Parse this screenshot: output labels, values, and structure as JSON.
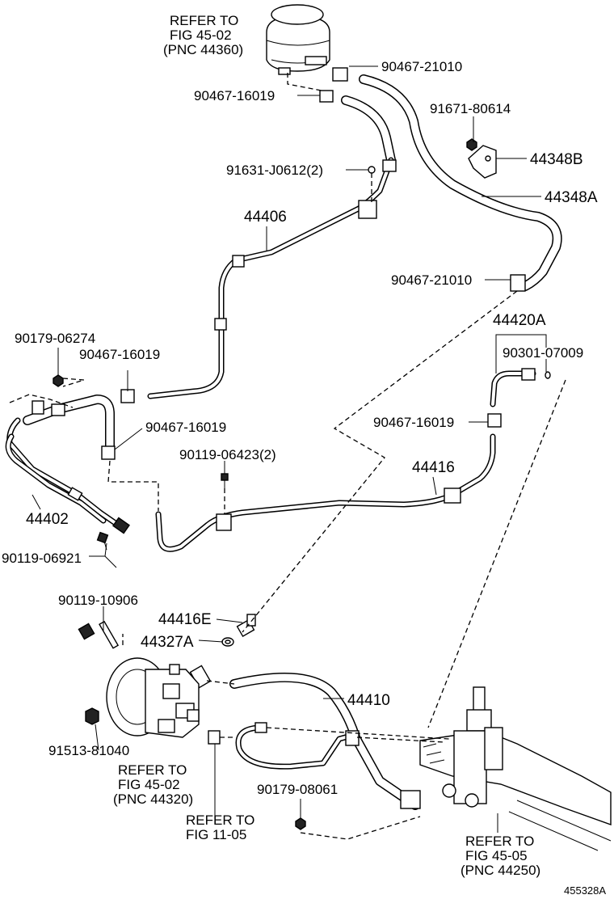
{
  "references": {
    "reservoir": [
      "REFER TO",
      "FIG 45-02",
      "(PNC 44360)"
    ],
    "pump": [
      "REFER TO",
      "FIG 45-02",
      "(PNC 44320)"
    ],
    "fig1105": [
      "REFER TO",
      "FIG 11-05"
    ],
    "gear": [
      "REFER TO",
      "FIG 45-05",
      "(PNC 44250)"
    ]
  },
  "parts": {
    "p90467_21010_top": "90467-21010",
    "p90467_16019_top": "90467-16019",
    "p91671_80614": "91671-80614",
    "p44348B": "44348B",
    "p91631_J0612": "91631-J0612(2)",
    "p44348A": "44348A",
    "p44406": "44406",
    "p90467_21010_mid": "90467-21010",
    "p44420A": "44420A",
    "p90179_06274": "90179-06274",
    "p90467_16019_left": "90467-16019",
    "p90301_07009": "90301-07009",
    "p90467_16019_mid": "90467-16019",
    "p90467_16019_right": "90467-16019",
    "p90119_06423": "90119-06423(2)",
    "p44416": "44416",
    "p44402": "44402",
    "p90119_06921": "90119-06921",
    "p90119_10906": "90119-10906",
    "p44416E": "44416E",
    "p44327A": "44327A",
    "p44410": "44410",
    "p91513_81040": "91513-81040",
    "p90179_08061": "90179-08061"
  },
  "illustration_id": "455328A"
}
